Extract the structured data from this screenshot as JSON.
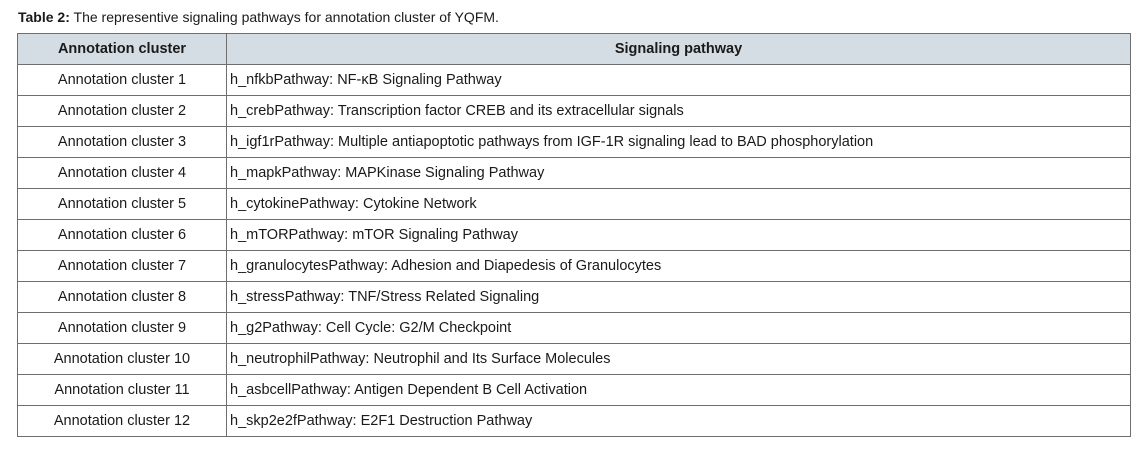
{
  "caption": {
    "label": "Table 2:",
    "text": " The representive signaling pathways for annotation cluster of YQFM."
  },
  "table": {
    "headers": [
      "Annotation cluster",
      "Signaling pathway"
    ],
    "header_bg": "#d4dde3",
    "rows": [
      [
        "Annotation cluster 1",
        "h_nfkbPathway: NF-κB Signaling Pathway"
      ],
      [
        "Annotation cluster 2",
        "h_crebPathway: Transcription factor CREB and its extracellular signals"
      ],
      [
        "Annotation cluster 3",
        "h_igf1rPathway: Multiple antiapoptotic pathways from IGF-1R signaling lead to BAD phosphorylation"
      ],
      [
        "Annotation cluster 4",
        "h_mapkPathway: MAPKinase Signaling Pathway"
      ],
      [
        "Annotation cluster 5",
        "h_cytokinePathway: Cytokine Network"
      ],
      [
        "Annotation cluster 6",
        "h_mTORPathway: mTOR Signaling Pathway"
      ],
      [
        "Annotation cluster 7",
        "h_granulocytesPathway: Adhesion and Diapedesis of Granulocytes"
      ],
      [
        "Annotation cluster 8",
        "h_stressPathway: TNF/Stress Related Signaling"
      ],
      [
        "Annotation cluster 9",
        "h_g2Pathway: Cell Cycle: G2/M Checkpoint"
      ],
      [
        "Annotation cluster 10",
        "h_neutrophilPathway: Neutrophil and Its Surface Molecules"
      ],
      [
        "Annotation cluster 11",
        "h_asbcellPathway: Antigen Dependent B Cell Activation"
      ],
      [
        "Annotation cluster 12",
        "h_skp2e2fPathway: E2F1 Destruction Pathway"
      ]
    ]
  }
}
